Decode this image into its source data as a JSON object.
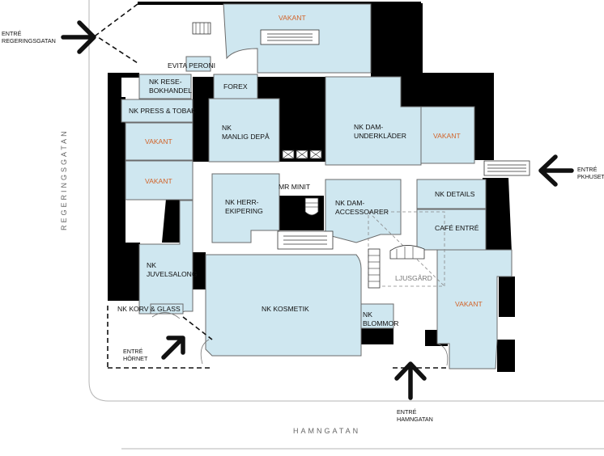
{
  "colors": {
    "shop_fill": "#cfe7f0",
    "wall_fill": "#000000",
    "vacant_text": "#d2642a",
    "street_text": "#666666"
  },
  "streets": {
    "regeringsgatan": "REGERINGSGATAN",
    "hamngatan": "HAMNGATAN"
  },
  "entrances": {
    "regeringsgatan": [
      "ENTRÉ",
      "REGERINGSGATAN"
    ],
    "pkhuset": [
      "ENTRÉ",
      "PKHUSET"
    ],
    "hamngatan": [
      "ENTRÉ",
      "HAMNGATAN"
    ],
    "hornet": [
      "ENTRÉ",
      "HÖRNET"
    ]
  },
  "stores": {
    "vakant_top": "VAKANT",
    "evita_peroni": "EVITA PERONI",
    "forex": "FOREX",
    "resebokhandel": [
      "NK RESE-",
      "BOKHANDEL"
    ],
    "press_tobak": "NK PRESS & TOBAK",
    "vakant_left1": "VAKANT",
    "vakant_left2": "VAKANT",
    "manlig_depa": [
      "NK",
      "MANLIG DEPÅ"
    ],
    "dam_underklader": [
      "NK DAM-",
      "UNDERKLÄDER"
    ],
    "vakant_right_mid": "VAKANT",
    "mr_minit": "MR MINIT",
    "herr_ekipering": [
      "NK HERR-",
      "EKIPERING"
    ],
    "dam_accessoarer": [
      "NK DAM-",
      "ACCESSOARER"
    ],
    "nk_details": "NK DETAILS",
    "cafe_entre": "CAFÉ ENTRÉ",
    "ljusgard": "LJUSGÅRD",
    "juvelsalong": [
      "NK",
      "JUVELSALONG"
    ],
    "kosmetik": "NK KOSMETIK",
    "blommor": [
      "NK",
      "BLOMMOR"
    ],
    "vakant_right_bottom": "VAKANT",
    "korv_glass": "NK KORV & GLASS"
  },
  "icons": [
    "arrow-right-icon",
    "arrow-left-icon",
    "arrow-up-icon",
    "arrow-diagonal-icon",
    "escalator-icon",
    "stairs-icon",
    "elevator-icon"
  ]
}
